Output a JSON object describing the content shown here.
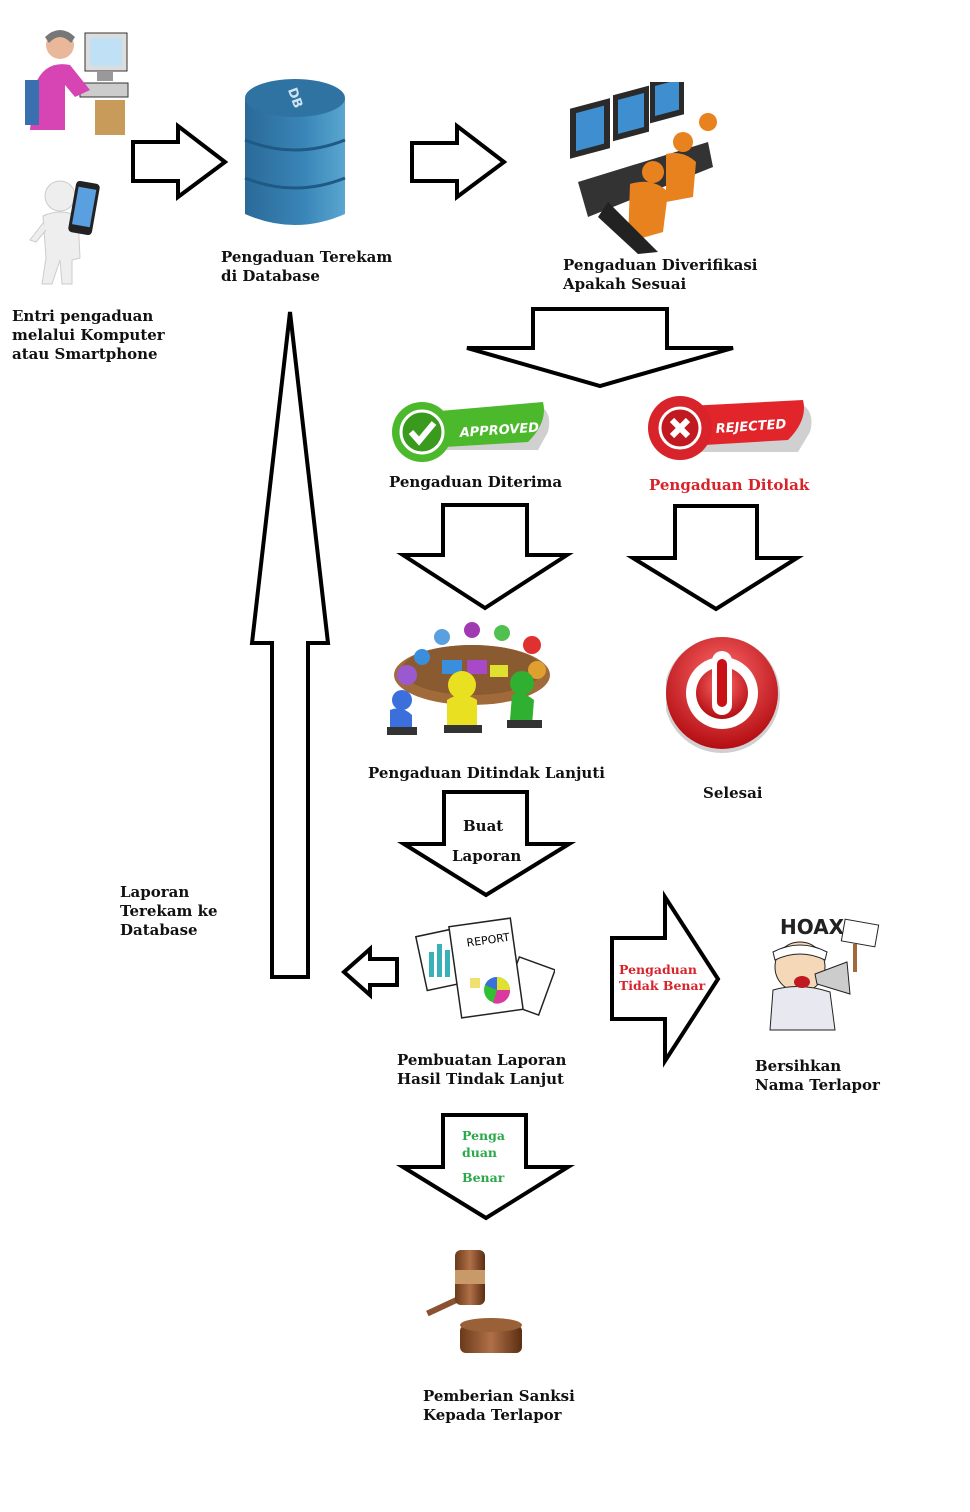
{
  "diagram": {
    "nodes": {
      "entry": {
        "label": "Entri pengaduan\nmelalui Komputer\natau Smartphone",
        "icons": [
          "person-at-computer-icon",
          "person-with-smartphone-icon"
        ]
      },
      "database": {
        "label": "Pengaduan Terekam\ndi Database",
        "icon": "database-icon",
        "icon_text": "DB"
      },
      "verify": {
        "label": "Pengaduan Diverifikasi\nApakah Sesuai",
        "icon": "operators-at-monitors-icon"
      },
      "accepted": {
        "label": "Pengaduan Diterima",
        "badge": "APPROVED",
        "color": "#4cb82c"
      },
      "rejected": {
        "label": "Pengaduan Ditolak",
        "badge": "REJECTED",
        "color": "#d8232a"
      },
      "followup": {
        "label": "Pengaduan Ditindak Lanjuti",
        "icon": "meeting-table-icon"
      },
      "finish": {
        "label": "Selesai",
        "icon": "power-button-icon"
      },
      "report": {
        "label": "Pembuatan Laporan\nHasil Tindak Lanjut",
        "icon": "report-documents-icon",
        "icon_text": "REPORT"
      },
      "clear_name": {
        "label": "Bersihkan\nNama Terlapor",
        "icon": "hoax-protester-icon",
        "icon_text": "HOAX"
      },
      "sanction": {
        "label": "Pemberian Sanksi\nKepada Terlapor",
        "icon": "gavel-icon"
      },
      "report_recorded": {
        "label": "Laporan\nTerekam ke\nDatabase"
      }
    },
    "edges": {
      "make_report": {
        "line1": "Buat",
        "line2": "Laporan"
      },
      "complaint_false": {
        "label": "Pengaduan\nTidak Benar",
        "color": "#d8232a"
      },
      "complaint_true": {
        "line1": "Penga",
        "line2": "duan",
        "line3": "Benar",
        "color": "#2aa84a"
      }
    }
  }
}
